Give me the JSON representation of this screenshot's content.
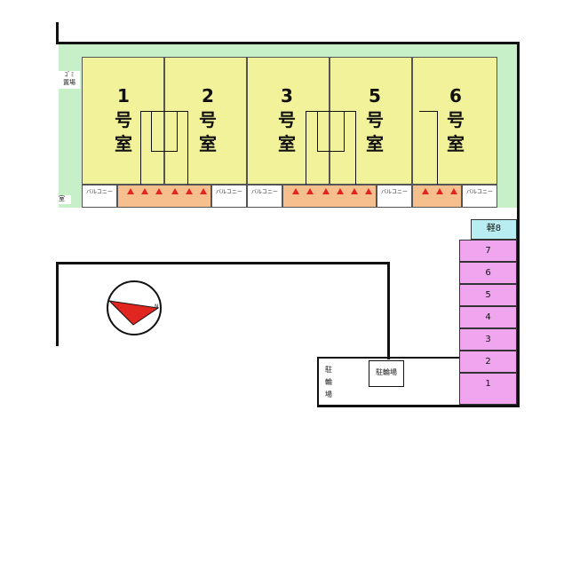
{
  "units": [
    {
      "number": "1",
      "line1": "号",
      "line2": "室"
    },
    {
      "number": "2",
      "line1": "号",
      "line2": "室"
    },
    {
      "number": "3",
      "line1": "号",
      "line2": "室"
    },
    {
      "number": "5",
      "line1": "号",
      "line2": "室"
    },
    {
      "number": "6",
      "line1": "号",
      "line2": "室"
    }
  ],
  "balcony_label": "バルコニー",
  "garbage_area": {
    "line1": "ｺﾞﾐ",
    "line2": "置場"
  },
  "left_small_label": "室",
  "parking": {
    "light_label": "軽8",
    "spaces": [
      "7",
      "6",
      "5",
      "4",
      "3",
      "2",
      "1"
    ]
  },
  "bicycle_parking": {
    "vertical": [
      "駐",
      "輪",
      "場"
    ],
    "sign": "駐輪場"
  },
  "compass": {
    "north_label": "N"
  },
  "colors": {
    "unit_fill": "#f2f29a",
    "entry_fill": "#f6c08e",
    "garden_green": "#c8f0c8",
    "parking_pink": "#f0a6ee",
    "parking_light_blue": "#b8eef2",
    "mark_red": "#e0261f"
  }
}
